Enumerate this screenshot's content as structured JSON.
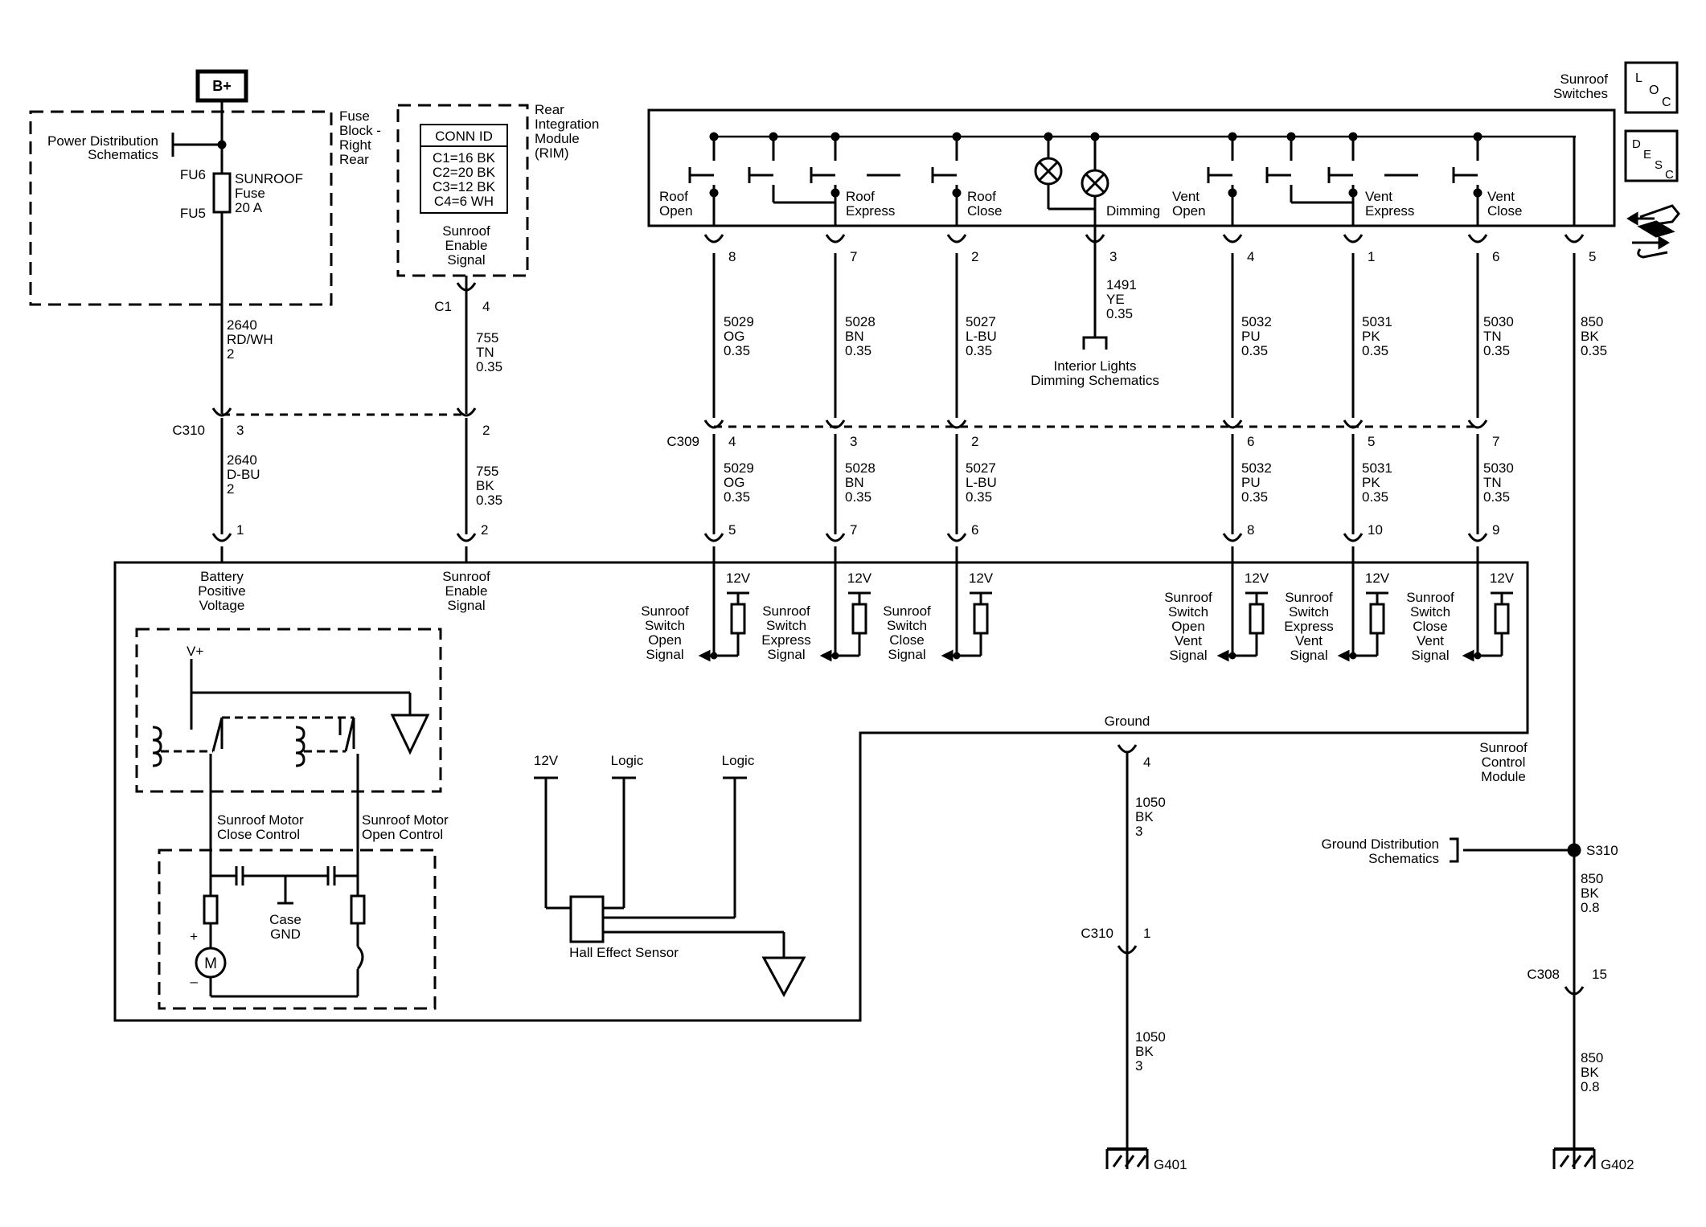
{
  "power": {
    "b_plus": "B+",
    "power_dist": [
      "Power Distribution",
      "Schematics"
    ],
    "fuse_block": [
      "Fuse",
      "Block -",
      "Right",
      "Rear"
    ],
    "fu6": "FU6",
    "fu5": "FU5",
    "fuse_label": [
      "SUNROOF",
      "Fuse",
      "20 A"
    ]
  },
  "rim": {
    "title": [
      "Rear",
      "Integration",
      "Module",
      "(RIM)"
    ],
    "conn_header": "CONN ID",
    "conn_rows": [
      "C1=16 BK",
      "C2=20 BK",
      "C3=12 BK",
      "C4=6 WH"
    ],
    "signal": [
      "Sunroof",
      "Enable",
      "Signal"
    ],
    "conn": "C1",
    "pin": "4"
  },
  "switches": {
    "title": [
      "Sunroof",
      "Switches"
    ],
    "roof_open": [
      "Roof",
      "Open"
    ],
    "roof_express": [
      "Roof",
      "Express"
    ],
    "roof_close": [
      "Roof",
      "Close"
    ],
    "dimming": "Dimming",
    "vent_open": [
      "Vent",
      "Open"
    ],
    "vent_express": [
      "Vent",
      "Express"
    ],
    "vent_close": [
      "Vent",
      "Close"
    ],
    "pins": [
      "8",
      "7",
      "2",
      "3",
      "4",
      "1",
      "6",
      "5"
    ]
  },
  "icons": {
    "loc": [
      "L",
      "O",
      "C"
    ],
    "desc": [
      "D",
      "E",
      "S",
      "C"
    ]
  },
  "wires_top": {
    "w2640": [
      "2640",
      "RD/WH",
      "2"
    ],
    "w755": [
      "755",
      "TN",
      "0.35"
    ],
    "w5029": [
      "5029",
      "OG",
      "0.35"
    ],
    "w5028": [
      "5028",
      "BN",
      "0.35"
    ],
    "w5027": [
      "5027",
      "L-BU",
      "0.35"
    ],
    "w1491": [
      "1491",
      "YE",
      "0.35"
    ],
    "w5032": [
      "5032",
      "PU",
      "0.35"
    ],
    "w5031": [
      "5031",
      "PK",
      "0.35"
    ],
    "w5030": [
      "5030",
      "TN",
      "0.35"
    ],
    "w850": [
      "850",
      "BK",
      "0.35"
    ]
  },
  "interior_lights": [
    "Interior Lights",
    "Dimming Schematics"
  ],
  "c310": {
    "label": "C310",
    "pins": [
      "3",
      "2"
    ]
  },
  "c309": {
    "label": "C309",
    "pins": [
      "4",
      "3",
      "2",
      "6",
      "5",
      "7"
    ]
  },
  "wires_mid": {
    "w2640": [
      "2640",
      "D-BU",
      "2"
    ],
    "w755": [
      "755",
      "BK",
      "0.35"
    ],
    "w5029": [
      "5029",
      "OG",
      "0.35"
    ],
    "w5028": [
      "5028",
      "BN",
      "0.35"
    ],
    "w5027": [
      "5027",
      "L-BU",
      "0.35"
    ],
    "w5032": [
      "5032",
      "PU",
      "0.35"
    ],
    "w5031": [
      "5031",
      "PK",
      "0.35"
    ],
    "w5030": [
      "5030",
      "TN",
      "0.35"
    ]
  },
  "module_pins": [
    "1",
    "2",
    "5",
    "7",
    "6",
    "8",
    "10",
    "9"
  ],
  "module": {
    "battery": [
      "Battery",
      "Positive",
      "Voltage"
    ],
    "enable": [
      "Sunroof",
      "Enable",
      "Signal"
    ],
    "twelve_v": "12V",
    "sig_open": [
      "Sunroof",
      "Switch",
      "Open",
      "Signal"
    ],
    "sig_express": [
      "Sunroof",
      "Switch",
      "Express",
      "Signal"
    ],
    "sig_close": [
      "Sunroof",
      "Switch",
      "Close",
      "Signal"
    ],
    "sig_vent_open": [
      "Sunroof",
      "Switch",
      "Open",
      "Vent",
      "Signal"
    ],
    "sig_vent_express": [
      "Sunroof",
      "Switch",
      "Express",
      "Vent",
      "Signal"
    ],
    "sig_vent_close": [
      "Sunroof",
      "Switch",
      "Close",
      "Vent",
      "Signal"
    ],
    "v_plus": "V+",
    "motor_close": [
      "Sunroof Motor",
      "Close Control"
    ],
    "motor_open": [
      "Sunroof Motor",
      "Open Control"
    ],
    "case_gnd": [
      "Case",
      "GND"
    ],
    "motor": "M",
    "plus": "+",
    "minus": "–",
    "logic": "Logic",
    "hall": "Hall Effect Sensor",
    "ground": "Ground",
    "ground_pin": "4",
    "name": [
      "Sunroof",
      "Control",
      "Module"
    ]
  },
  "ground_left": {
    "w1050a": [
      "1050",
      "BK",
      "3"
    ],
    "c310": "C310",
    "c310_pin": "1",
    "w1050b": [
      "1050",
      "BK",
      "3"
    ],
    "g401": "G401"
  },
  "ground_right": {
    "ground_dist": [
      "Ground Distribution",
      "Schematics"
    ],
    "s310": "S310",
    "w850a": [
      "850",
      "BK",
      "0.8"
    ],
    "c308": "C308",
    "c308_pin": "15",
    "w850b": [
      "850",
      "BK",
      "0.8"
    ],
    "g402": "G402"
  }
}
